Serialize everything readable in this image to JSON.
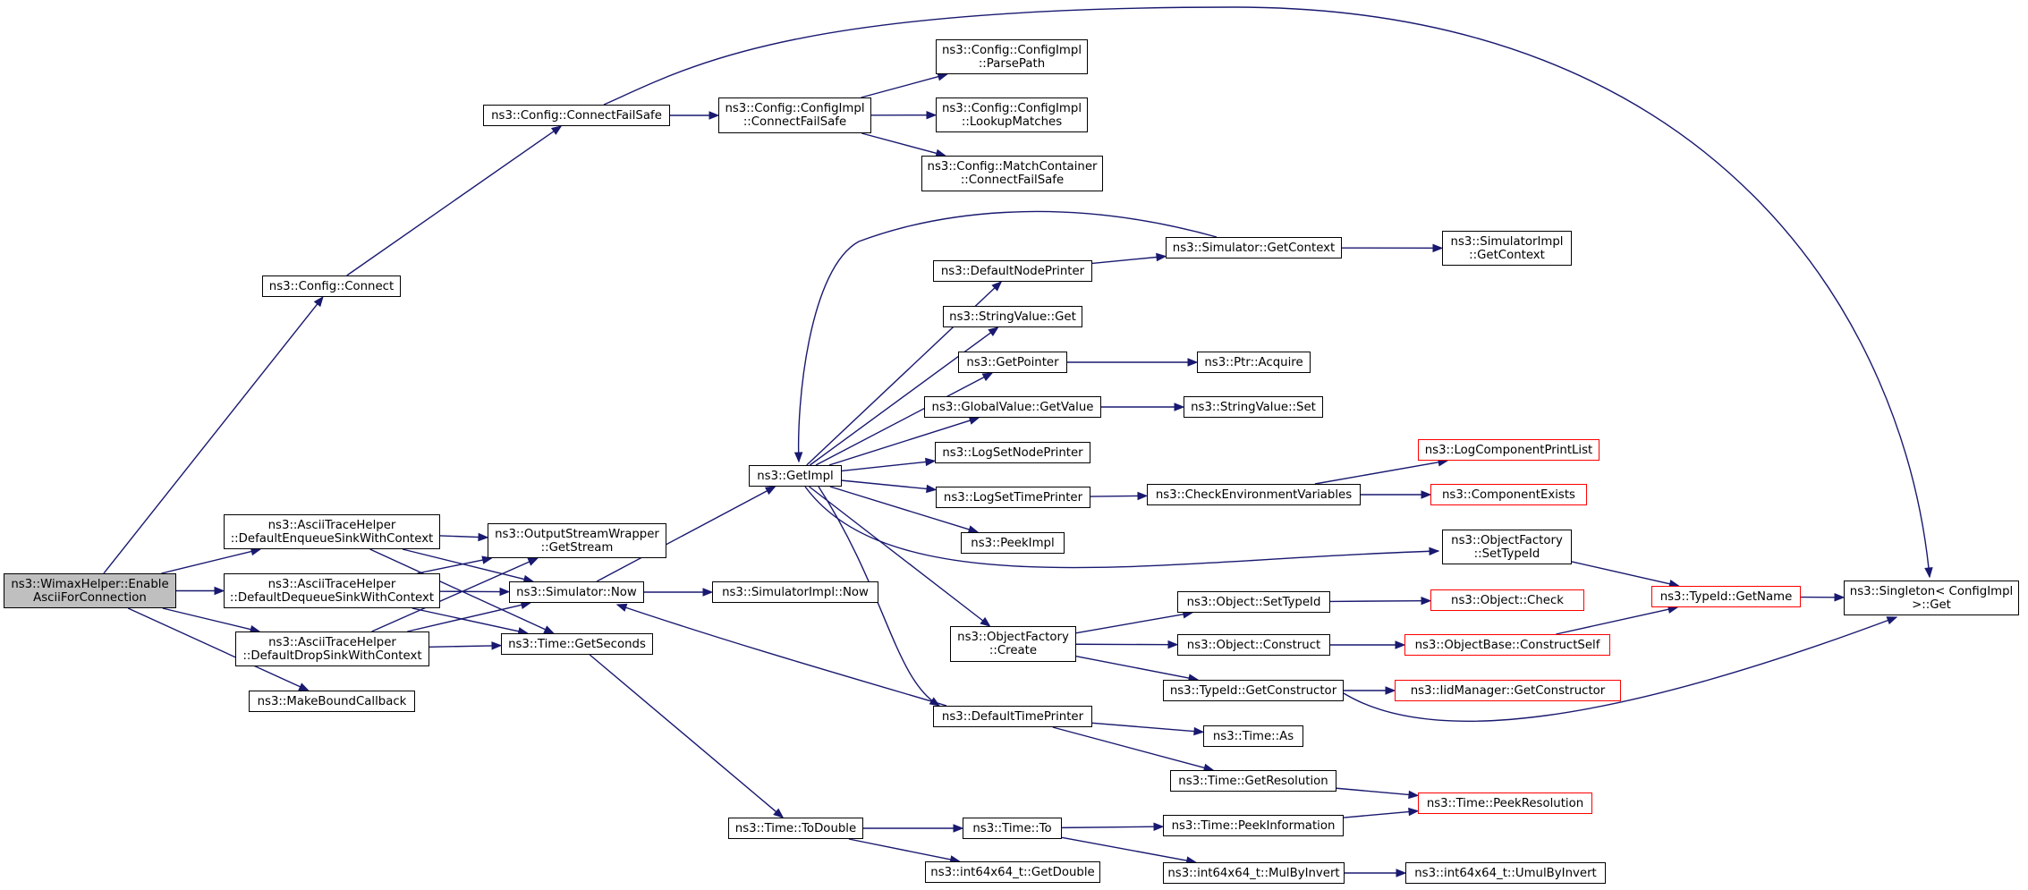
{
  "graph": {
    "nodes": [
      {
        "id": "wimax",
        "lines": [
          "ns3::WimaxHelper::Enable",
          "AsciiForConnection"
        ],
        "root": true
      },
      {
        "id": "connect",
        "lines": [
          "ns3::Config::Connect"
        ]
      },
      {
        "id": "connectfailsafe",
        "lines": [
          "ns3::Config::ConnectFailSafe"
        ]
      },
      {
        "id": "ci_connectfailsafe",
        "lines": [
          "ns3::Config::ConfigImpl",
          "::ConnectFailSafe"
        ]
      },
      {
        "id": "ci_parsepath",
        "lines": [
          "ns3::Config::ConfigImpl",
          "::ParsePath"
        ]
      },
      {
        "id": "ci_lookupmatches",
        "lines": [
          "ns3::Config::ConfigImpl",
          "::LookupMatches"
        ]
      },
      {
        "id": "mc_connectfailsafe",
        "lines": [
          "ns3::Config::MatchContainer",
          "::ConnectFailSafe"
        ]
      },
      {
        "id": "singleton_get",
        "lines": [
          "ns3::Singleton< ConfigImpl",
          " >::Get"
        ]
      },
      {
        "id": "enqueue",
        "lines": [
          "ns3::AsciiTraceHelper",
          "::DefaultEnqueueSinkWithContext"
        ]
      },
      {
        "id": "dequeue",
        "lines": [
          "ns3::AsciiTraceHelper",
          "::DefaultDequeueSinkWithContext"
        ]
      },
      {
        "id": "drop",
        "lines": [
          "ns3::AsciiTraceHelper",
          "::DefaultDropSinkWithContext"
        ]
      },
      {
        "id": "makebound",
        "lines": [
          "ns3::MakeBoundCallback"
        ]
      },
      {
        "id": "osw_getstream",
        "lines": [
          "ns3::OutputStreamWrapper",
          "::GetStream"
        ]
      },
      {
        "id": "sim_now",
        "lines": [
          "ns3::Simulator::Now"
        ]
      },
      {
        "id": "time_getseconds",
        "lines": [
          "ns3::Time::GetSeconds"
        ]
      },
      {
        "id": "simimpl_now",
        "lines": [
          "ns3::SimulatorImpl::Now"
        ]
      },
      {
        "id": "getimpl",
        "lines": [
          "ns3::GetImpl"
        ]
      },
      {
        "id": "time_todouble",
        "lines": [
          "ns3::Time::ToDouble"
        ]
      },
      {
        "id": "defnodeprinter",
        "lines": [
          "ns3::DefaultNodePrinter"
        ]
      },
      {
        "id": "stringvalue_get",
        "lines": [
          "ns3::StringValue::Get"
        ]
      },
      {
        "id": "getpointer",
        "lines": [
          "ns3::GetPointer"
        ]
      },
      {
        "id": "gv_getvalue",
        "lines": [
          "ns3::GlobalValue::GetValue"
        ]
      },
      {
        "id": "logsetnodeprinter",
        "lines": [
          "ns3::LogSetNodePrinter"
        ]
      },
      {
        "id": "logsettimeprinter",
        "lines": [
          "ns3::LogSetTimePrinter"
        ]
      },
      {
        "id": "peekimpl",
        "lines": [
          "ns3::PeekImpl"
        ]
      },
      {
        "id": "of_create",
        "lines": [
          "ns3::ObjectFactory",
          "::Create"
        ]
      },
      {
        "id": "deftimeprinter",
        "lines": [
          "ns3::DefaultTimePrinter"
        ]
      },
      {
        "id": "time_to",
        "lines": [
          "ns3::Time::To"
        ]
      },
      {
        "id": "i64_getdouble",
        "lines": [
          "ns3::int64x64_t::GetDouble"
        ]
      },
      {
        "id": "sim_getcontext",
        "lines": [
          "ns3::Simulator::GetContext"
        ]
      },
      {
        "id": "simimpl_getcontext",
        "lines": [
          "ns3::SimulatorImpl",
          "::GetContext"
        ]
      },
      {
        "id": "ptr_acquire",
        "lines": [
          "ns3::Ptr::Acquire"
        ]
      },
      {
        "id": "stringvalue_set",
        "lines": [
          "ns3::StringValue::Set"
        ]
      },
      {
        "id": "checkenv",
        "lines": [
          "ns3::CheckEnvironmentVariables"
        ]
      },
      {
        "id": "logcompprintlist",
        "lines": [
          "ns3::LogComponentPrintList"
        ],
        "truncated": true
      },
      {
        "id": "compexists",
        "lines": [
          "ns3::ComponentExists"
        ],
        "truncated": true
      },
      {
        "id": "of_settypeid",
        "lines": [
          "ns3::ObjectFactory",
          "::SetTypeId"
        ]
      },
      {
        "id": "obj_settypeid",
        "lines": [
          "ns3::Object::SetTypeId"
        ]
      },
      {
        "id": "obj_check",
        "lines": [
          "ns3::Object::Check"
        ],
        "truncated": true
      },
      {
        "id": "obj_construct",
        "lines": [
          "ns3::Object::Construct"
        ]
      },
      {
        "id": "objbase_constructself",
        "lines": [
          "ns3::ObjectBase::ConstructSelf"
        ],
        "truncated": true
      },
      {
        "id": "typeid_getname",
        "lines": [
          "ns3::TypeId::GetName"
        ],
        "truncated": true
      },
      {
        "id": "typeid_getconstructor",
        "lines": [
          "ns3::TypeId::GetConstructor"
        ]
      },
      {
        "id": "iid_getconstructor",
        "lines": [
          "ns3::IidManager::GetConstructor"
        ],
        "truncated": true
      },
      {
        "id": "time_as",
        "lines": [
          "ns3::Time::As"
        ]
      },
      {
        "id": "time_getresolution",
        "lines": [
          "ns3::Time::GetResolution"
        ]
      },
      {
        "id": "time_peekresolution",
        "lines": [
          "ns3::Time::PeekResolution"
        ],
        "truncated": true
      },
      {
        "id": "time_peekinformation",
        "lines": [
          "ns3::Time::PeekInformation"
        ]
      },
      {
        "id": "i64_mulbyinvert",
        "lines": [
          "ns3::int64x64_t::MulByInvert"
        ]
      },
      {
        "id": "i64_umulbyinvert",
        "lines": [
          "ns3::int64x64_t::UmulByInvert"
        ]
      }
    ],
    "edges": [
      [
        "wimax",
        "connect"
      ],
      [
        "wimax",
        "enqueue"
      ],
      [
        "wimax",
        "dequeue"
      ],
      [
        "wimax",
        "drop"
      ],
      [
        "wimax",
        "makebound"
      ],
      [
        "connect",
        "connectfailsafe"
      ],
      [
        "connectfailsafe",
        "ci_connectfailsafe"
      ],
      [
        "connectfailsafe",
        "singleton_get"
      ],
      [
        "ci_connectfailsafe",
        "ci_parsepath"
      ],
      [
        "ci_connectfailsafe",
        "ci_lookupmatches"
      ],
      [
        "ci_connectfailsafe",
        "mc_connectfailsafe"
      ],
      [
        "enqueue",
        "osw_getstream"
      ],
      [
        "enqueue",
        "sim_now"
      ],
      [
        "enqueue",
        "time_getseconds"
      ],
      [
        "dequeue",
        "osw_getstream"
      ],
      [
        "dequeue",
        "sim_now"
      ],
      [
        "dequeue",
        "time_getseconds"
      ],
      [
        "drop",
        "osw_getstream"
      ],
      [
        "drop",
        "sim_now"
      ],
      [
        "drop",
        "time_getseconds"
      ],
      [
        "sim_now",
        "getimpl"
      ],
      [
        "sim_now",
        "simimpl_now"
      ],
      [
        "time_getseconds",
        "time_todouble"
      ],
      [
        "getimpl",
        "defnodeprinter"
      ],
      [
        "getimpl",
        "stringvalue_get"
      ],
      [
        "getimpl",
        "getpointer"
      ],
      [
        "getimpl",
        "gv_getvalue"
      ],
      [
        "getimpl",
        "logsetnodeprinter"
      ],
      [
        "getimpl",
        "logsettimeprinter"
      ],
      [
        "getimpl",
        "peekimpl"
      ],
      [
        "getimpl",
        "of_settypeid"
      ],
      [
        "getimpl",
        "of_create"
      ],
      [
        "getimpl",
        "deftimeprinter"
      ],
      [
        "sim_getcontext",
        "getimpl"
      ],
      [
        "deftimeprinter",
        "sim_now"
      ],
      [
        "defnodeprinter",
        "sim_getcontext"
      ],
      [
        "sim_getcontext",
        "simimpl_getcontext"
      ],
      [
        "getpointer",
        "ptr_acquire"
      ],
      [
        "gv_getvalue",
        "stringvalue_set"
      ],
      [
        "logsettimeprinter",
        "checkenv"
      ],
      [
        "checkenv",
        "logcompprintlist"
      ],
      [
        "checkenv",
        "compexists"
      ],
      [
        "of_settypeid",
        "typeid_getname"
      ],
      [
        "of_create",
        "obj_settypeid"
      ],
      [
        "of_create",
        "obj_construct"
      ],
      [
        "of_create",
        "typeid_getconstructor"
      ],
      [
        "obj_settypeid",
        "obj_check"
      ],
      [
        "obj_construct",
        "objbase_constructself"
      ],
      [
        "objbase_constructself",
        "typeid_getname"
      ],
      [
        "typeid_getname",
        "singleton_get"
      ],
      [
        "typeid_getconstructor",
        "iid_getconstructor"
      ],
      [
        "typeid_getconstructor",
        "singleton_get"
      ],
      [
        "deftimeprinter",
        "time_as"
      ],
      [
        "deftimeprinter",
        "time_getresolution"
      ],
      [
        "time_getresolution",
        "time_peekresolution"
      ],
      [
        "time_todouble",
        "time_to"
      ],
      [
        "time_todouble",
        "i64_getdouble"
      ],
      [
        "time_to",
        "time_peekinformation"
      ],
      [
        "time_to",
        "i64_mulbyinvert"
      ],
      [
        "time_peekinformation",
        "time_peekresolution"
      ],
      [
        "i64_mulbyinvert",
        "i64_umulbyinvert"
      ]
    ]
  },
  "colors": {
    "edge": "#191970",
    "node_border": "#000000",
    "truncated_border": "#ff0000",
    "root_fill": "#bfbfbf",
    "node_fill": "#ffffff"
  }
}
